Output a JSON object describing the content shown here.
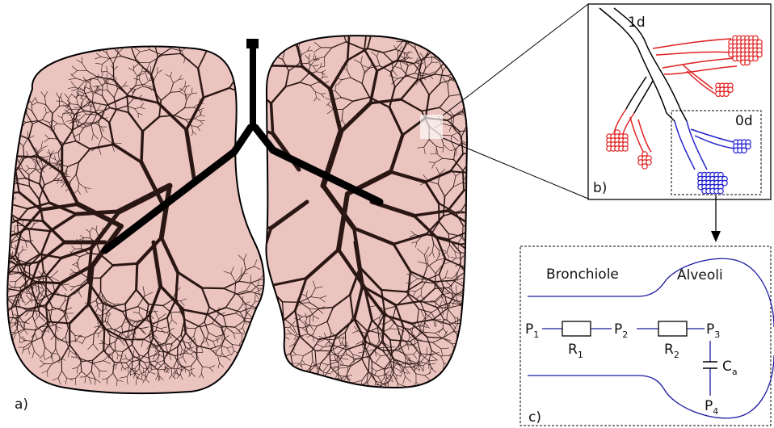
{
  "panel_labels": {
    "a": "a)",
    "b": "b)",
    "c": "c)"
  },
  "panel_b": {
    "generation_1d": "1d",
    "generation_0d": "0d"
  },
  "panel_c": {
    "bronchiole": "Bronchiole",
    "alveoli": "Alveoli",
    "p1": {
      "base": "P",
      "sub": "1"
    },
    "p2": {
      "base": "P",
      "sub": "2"
    },
    "p3": {
      "base": "P",
      "sub": "3"
    },
    "p4": {
      "base": "P",
      "sub": "4"
    },
    "r1": {
      "base": "R",
      "sub": "1"
    },
    "r2": {
      "base": "R",
      "sub": "2"
    },
    "ca": {
      "base": "C",
      "sub": "a"
    }
  },
  "colors": {
    "lung_fill": "#ebc3bf",
    "airway_tree": "#2a1613",
    "trachea": "#000000",
    "airway_1d": "#e02020",
    "airway_0d": "#2020d0",
    "circuit_wire": "#1a1aa0"
  }
}
